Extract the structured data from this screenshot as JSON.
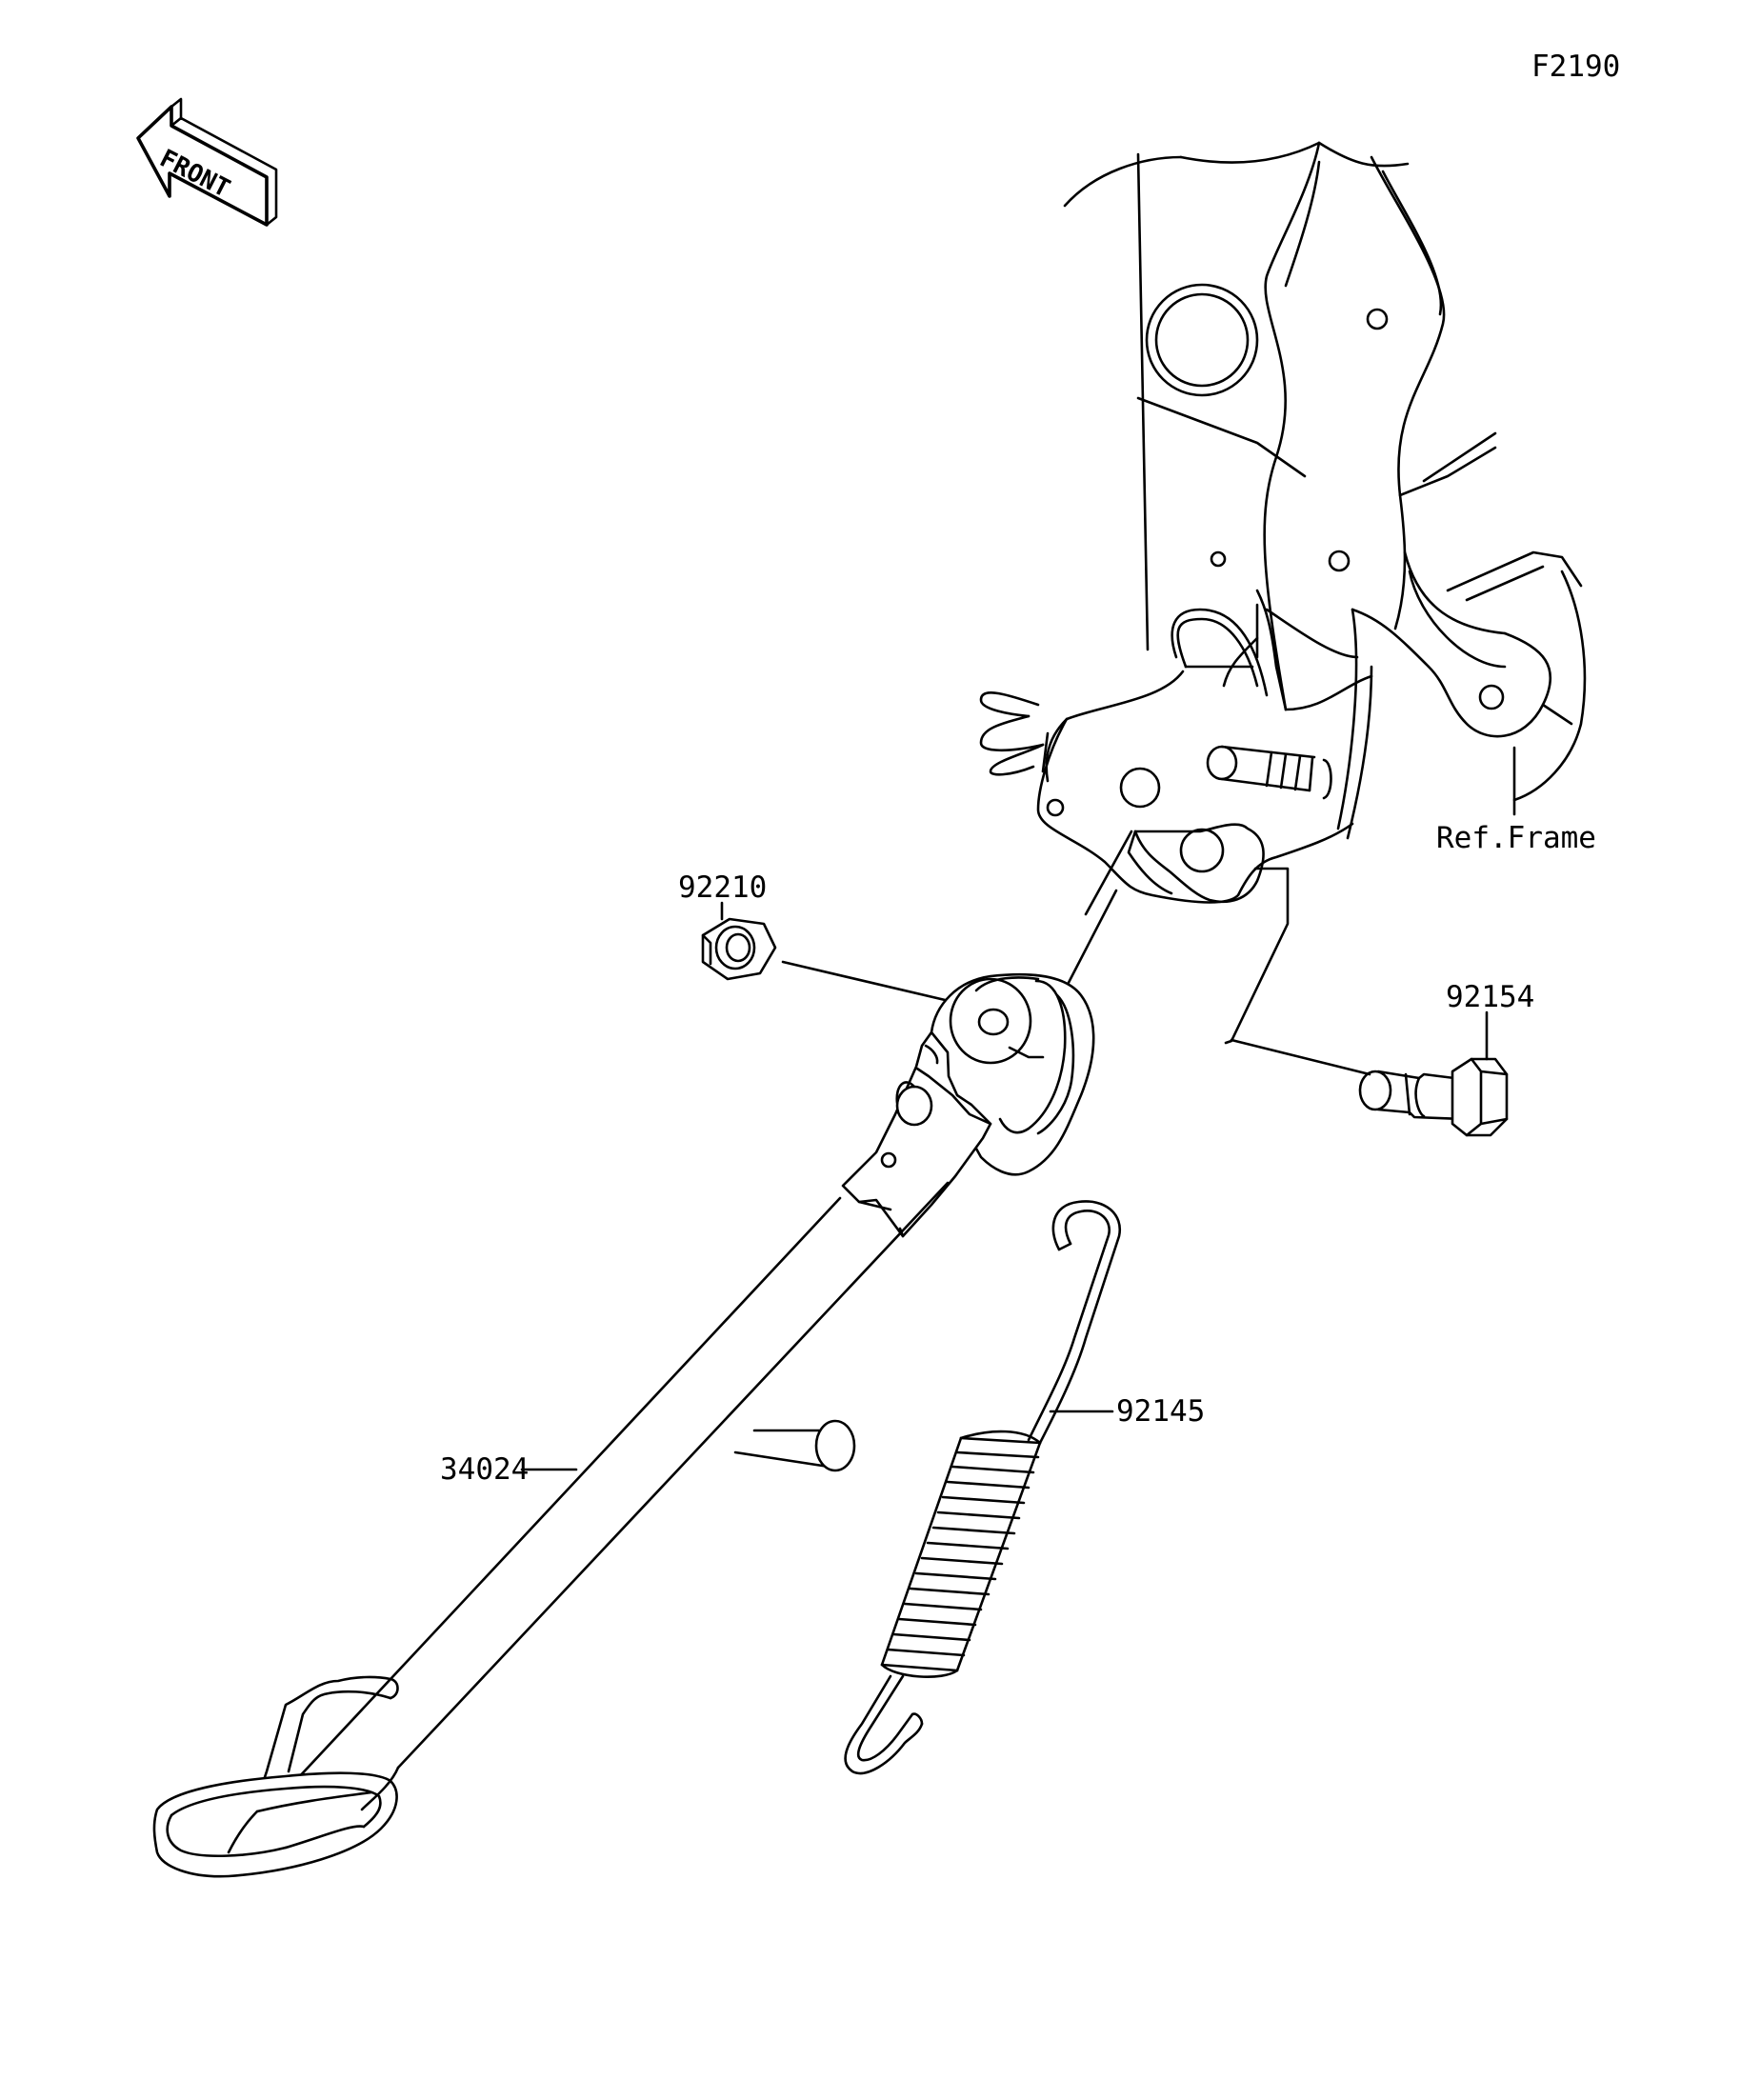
{
  "figure_code": "F2190",
  "front_arrow": {
    "label": "FRONT",
    "icon": "front-arrow-icon"
  },
  "labels": {
    "frame": "Ref.Frame",
    "nut": "92210",
    "bolt": "92154",
    "spring": "92145",
    "stand": "34024"
  }
}
